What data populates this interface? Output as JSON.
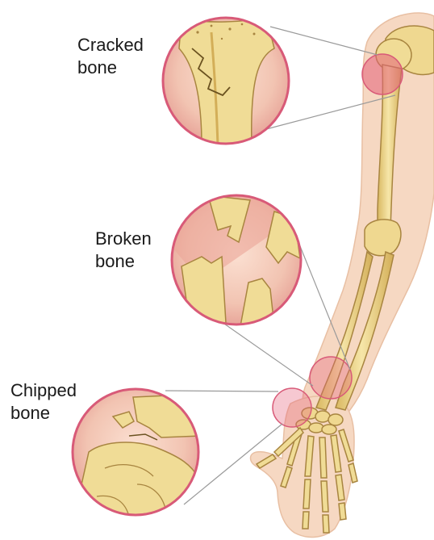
{
  "labels": {
    "cracked": {
      "line1": "Cracked",
      "line2": "bone"
    },
    "broken": {
      "line1": "Broken",
      "line2": "bone"
    },
    "chipped": {
      "line1": "Chipped",
      "line2": "bone"
    }
  },
  "colors": {
    "skin": "#f6d8c2",
    "skin_shadow": "#ecc2a4",
    "bone": "#f0dc96",
    "bone_shade": "#d8b865",
    "bone_outline": "#a88540",
    "highlight_ring": "#d85a78",
    "highlight_fill": "#e4607a",
    "inset_bg": "#f3c9b8",
    "leader_line": "#9a9a9a",
    "label_text": "#1a1a1a"
  },
  "icons": [
    "arm-skeleton-illustration",
    "cracked-bone-inset",
    "broken-bone-inset",
    "chipped-bone-inset"
  ]
}
